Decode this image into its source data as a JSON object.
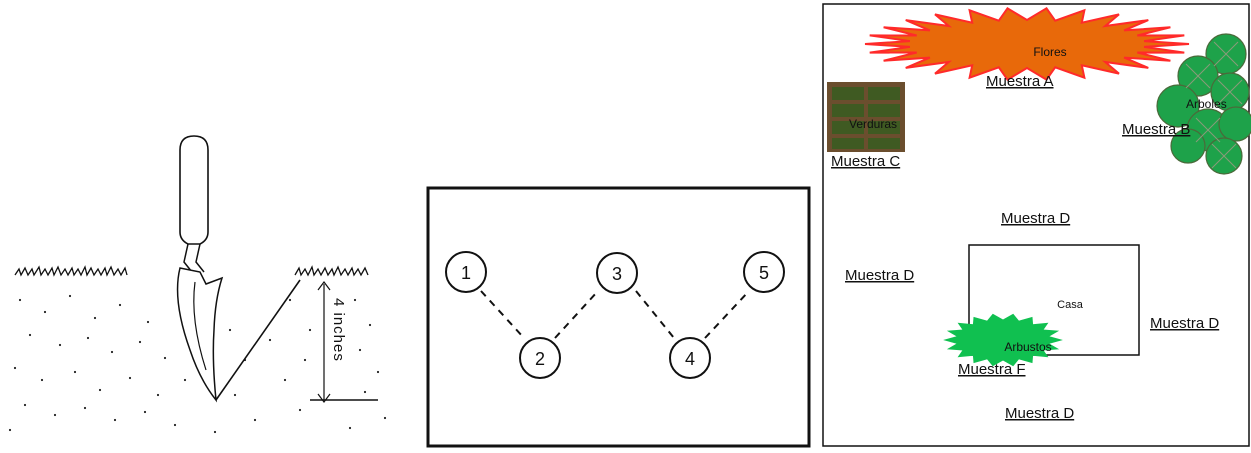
{
  "panel_trowel": {
    "depth_label": "4  inches"
  },
  "panel_zigzag": {
    "points": [
      "1",
      "2",
      "3",
      "4",
      "5"
    ]
  },
  "panel_yard": {
    "flores": "Flores",
    "arboles": "Arboles",
    "verduras": "Verduras",
    "casa": "Casa",
    "arbustos": "Arbustos",
    "samples": {
      "a": "Muestra A",
      "b": "Muestra B",
      "c": "Muestra C",
      "d_top": "Muestra D",
      "d_left": "Muestra D",
      "d_right": "Muestra D",
      "d_bottom": "Muestra D",
      "f": "Muestra F"
    },
    "colors": {
      "flores_fill": "#e8690a",
      "flores_outline": "#ff2a2a",
      "arboles": "#1ea24a",
      "arbustos": "#10c050",
      "verduras_frame": "#6b4e2e",
      "verduras_bed": "#3f5a22"
    }
  }
}
